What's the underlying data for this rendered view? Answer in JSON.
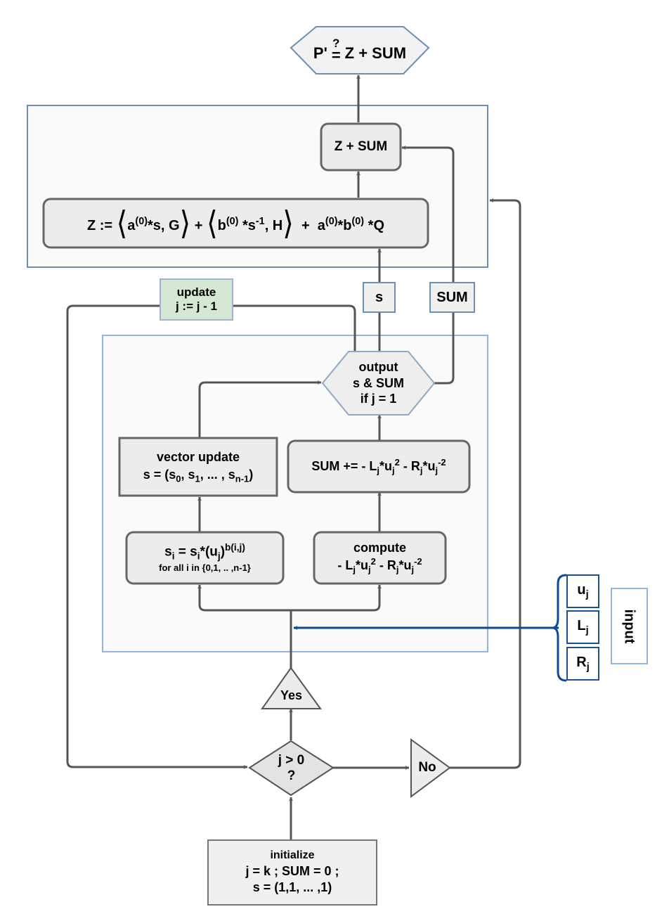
{
  "diagram": {
    "final_check": {
      "lhs": "P'",
      "op_top": "?",
      "op": "=",
      "rhs": "Z + SUM"
    },
    "z_plus_sum": "Z + SUM",
    "z_formula": {
      "prefix": "Z :=",
      "t1_base": "a",
      "t1_sup": "(0)",
      "t1_rest": "*s, G",
      "plus1": "+",
      "t2_base": "b",
      "t2_sup": "(0)",
      "t2_mid": " *s",
      "t2_sup2": "-1",
      "t2_rest": ", H",
      "plus2": "+",
      "t3_a": "a",
      "t3_asup": "(0)",
      "t3_b": "*b",
      "t3_bsup": "(0)",
      "t3_rest": " *Q"
    },
    "tag_s": "s",
    "tag_sum": "SUM",
    "update_box": {
      "line1": "update",
      "line2": "j := j - 1"
    },
    "output_hex": {
      "line1": "output",
      "line2": "s & SUM",
      "line3": "if j = 1"
    },
    "vector_update": {
      "line1": "vector update",
      "lhs": "s = (s",
      "s0": "0",
      "c1": ", s",
      "s1": "1",
      "c2": ", ... , s",
      "sn": "n-1",
      "end": ")"
    },
    "sum_update": {
      "a": "SUM += - L",
      "j1": "j",
      "b": "*u",
      "j2": "j",
      "e1": "2",
      "c": " - R",
      "j3": "j",
      "d": "*u",
      "j4": "j",
      "e2": "-2"
    },
    "si_update": {
      "a": "s",
      "i1": "i",
      "b": " = s",
      "i2": "i",
      "c": "*(u",
      "j": "j",
      "d": ")",
      "e": "b(i,j)",
      "line2": "for all i in {0,1, .. ,n-1}"
    },
    "compute": {
      "line1": "compute",
      "a": "- L",
      "j1": "j",
      "b": "*u",
      "j2": "j",
      "e1": "2",
      "c": " - R",
      "j3": "j",
      "d": "*u",
      "j4": "j",
      "e2": "-2"
    },
    "inputs": [
      {
        "base": "u",
        "sub": "j"
      },
      {
        "base": "L",
        "sub": "j"
      },
      {
        "base": "R",
        "sub": "j"
      }
    ],
    "input_label": "input",
    "yes": "Yes",
    "no": "No",
    "decision": {
      "line1": "j > 0",
      "line2": "?"
    },
    "initialize": {
      "line1": "initialize",
      "line2": "j = k ; SUM = 0 ;",
      "line3": "s = (1,1, ... ,1)"
    }
  },
  "colors": {
    "box_fill": "#ececec",
    "container_fill": "#fafafa",
    "line": "#555555",
    "blue_border": "#6b8fb5",
    "light_blue_border": "#8fb6e0",
    "input_arrow": "#0e4a96",
    "green_fill": "#d5e8d4"
  }
}
